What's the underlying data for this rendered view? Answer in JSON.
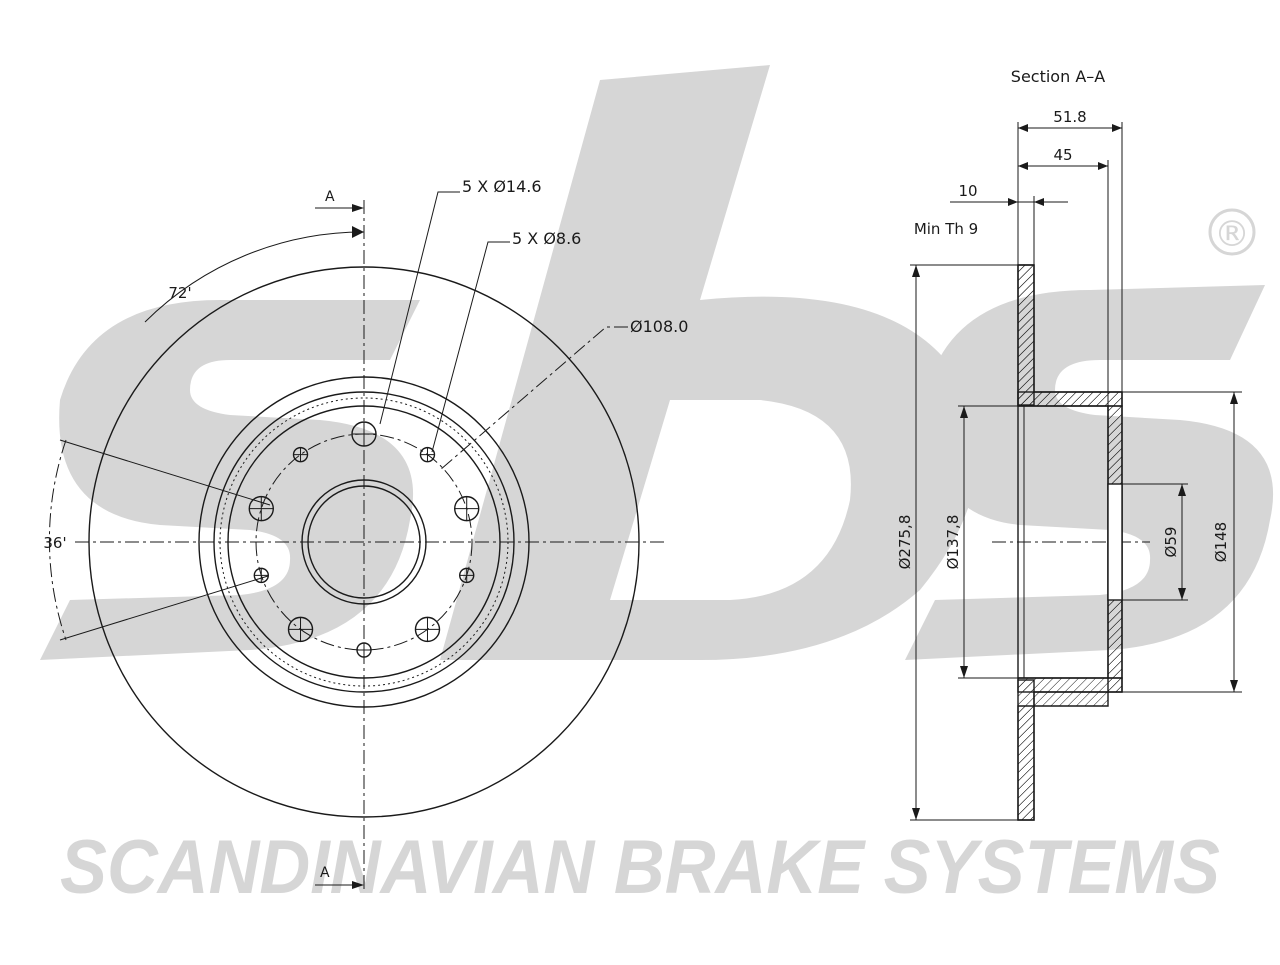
{
  "brand": {
    "logo_text": "sbs",
    "registered_mark": "®",
    "tagline": "SCANDINAVIAN BRAKE SYSTEMS",
    "watermark_color": "#d6d6d6"
  },
  "front_view": {
    "section_marker_top": "A",
    "section_marker_bottom": "A",
    "large_holes_callout": "5 X Ø14.6",
    "small_holes_callout": "5 X Ø8.6",
    "pcd_callout": "Ø108.0",
    "angle_large": "72'",
    "angle_small": "36'",
    "large_hole_count": 5,
    "small_hole_count": 5
  },
  "section_view": {
    "title": "Section A–A",
    "dim_total_height": "51.8",
    "dim_hat_height": "45",
    "dim_thickness": "10",
    "min_thickness": "Min Th 9",
    "dia_outer": "Ø275,8",
    "dia_hat_inner": "Ø137,8",
    "dia_center_bore": "Ø59",
    "dia_hat_outer": "Ø148"
  },
  "colors": {
    "line": "#1a1a1a",
    "watermark": "#d6d6d6"
  }
}
